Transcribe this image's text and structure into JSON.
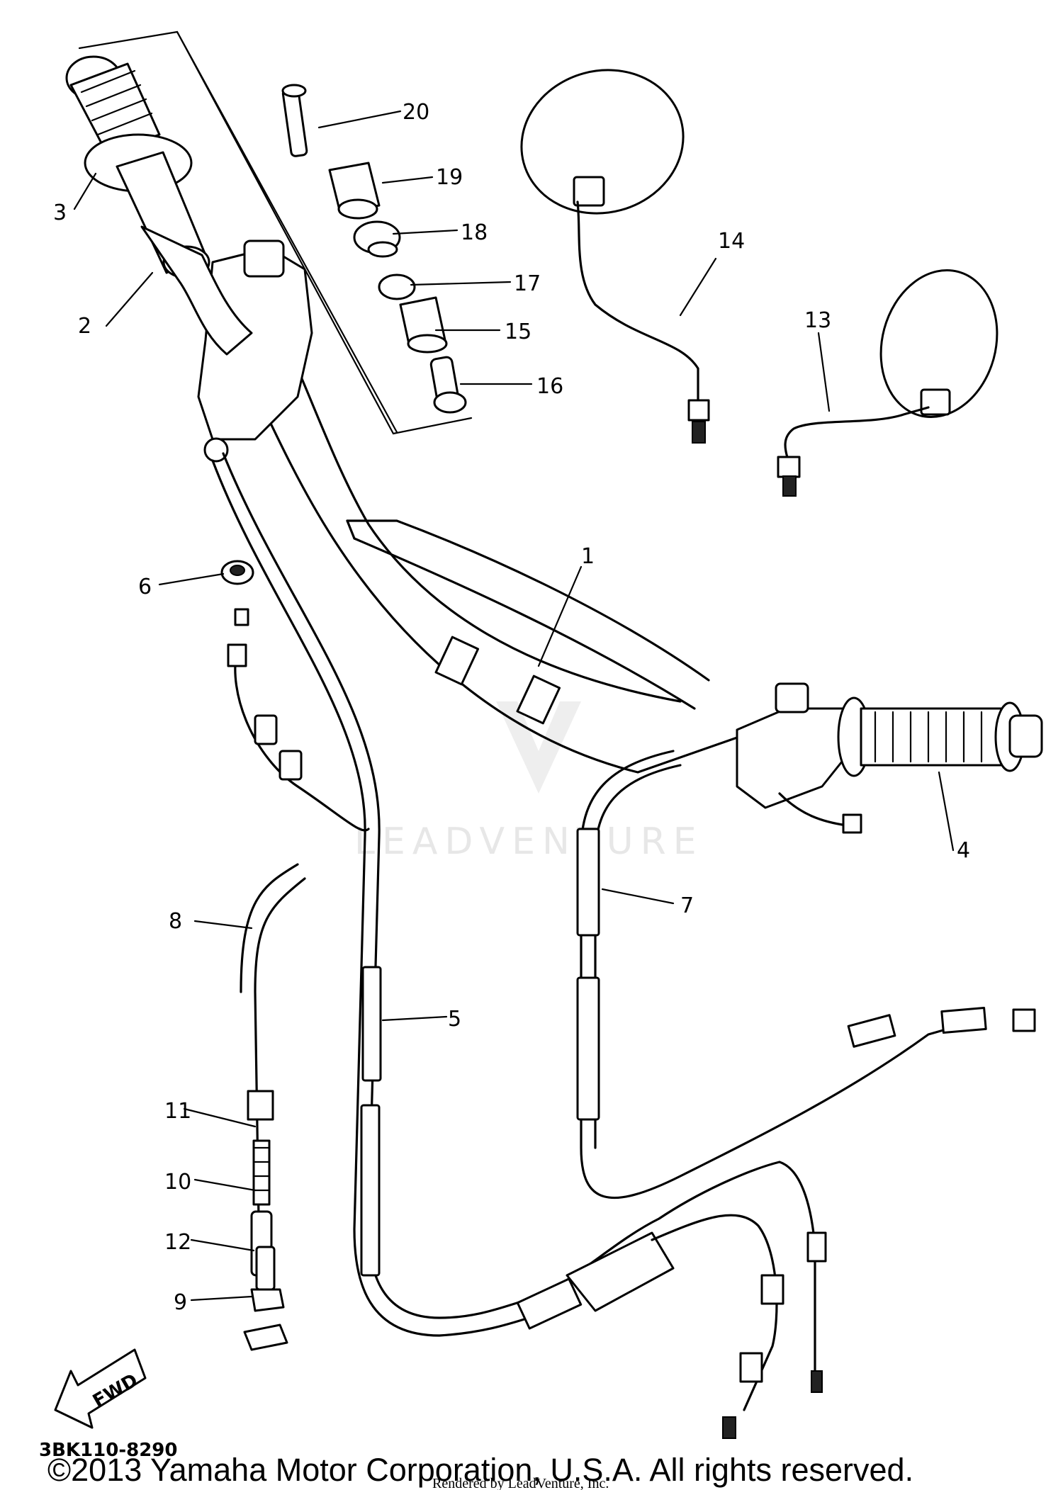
{
  "callouts": [
    {
      "id": "1",
      "label": "1"
    },
    {
      "id": "2",
      "label": "2"
    },
    {
      "id": "3",
      "label": "3"
    },
    {
      "id": "4",
      "label": "4"
    },
    {
      "id": "5",
      "label": "5"
    },
    {
      "id": "6",
      "label": "6"
    },
    {
      "id": "7",
      "label": "7"
    },
    {
      "id": "8",
      "label": "8"
    },
    {
      "id": "9",
      "label": "9"
    },
    {
      "id": "10",
      "label": "10"
    },
    {
      "id": "11",
      "label": "11"
    },
    {
      "id": "12",
      "label": "12"
    },
    {
      "id": "13",
      "label": "13"
    },
    {
      "id": "14",
      "label": "14"
    },
    {
      "id": "15",
      "label": "15"
    },
    {
      "id": "16",
      "label": "16"
    },
    {
      "id": "17",
      "label": "17"
    },
    {
      "id": "18",
      "label": "18"
    },
    {
      "id": "19",
      "label": "19"
    },
    {
      "id": "20",
      "label": "20"
    }
  ],
  "fwd_label": "FWD",
  "diagram_code": "3BK110-8290",
  "copyright": "©2013 Yamaha Motor Corporation, U.S.A. All rights reserved.",
  "rendered_by": "Rendered by LeadVenture, Inc.",
  "watermark": "LEADVENTURE"
}
